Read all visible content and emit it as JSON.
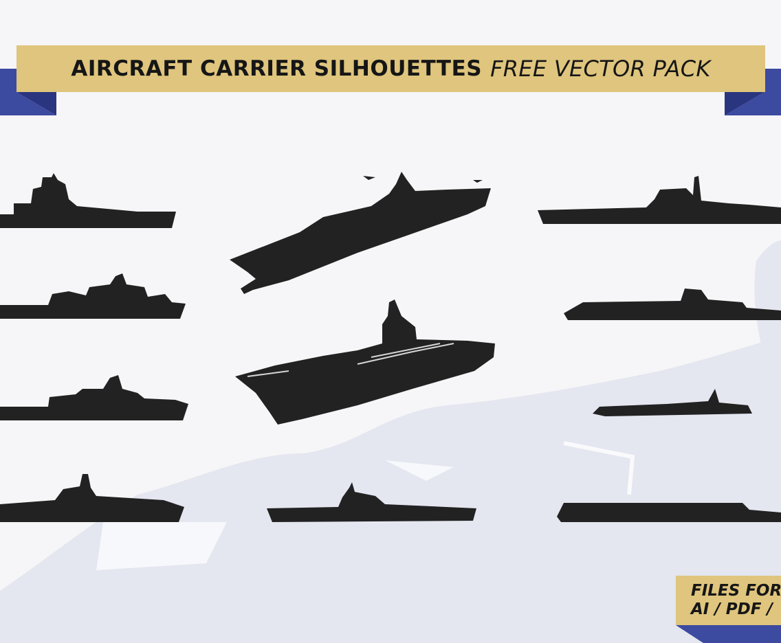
{
  "title": {
    "bold": "AIRCRAFT CARRIER SILHOUETTES",
    "italic": "FREE VECTOR PACK"
  },
  "files_badge": {
    "line1": "FILES FOR",
    "line2": "AI / PDF /"
  },
  "colors": {
    "gold": "#dfc57d",
    "navy": "#3c4aa0",
    "navy_dark": "#2a3580",
    "silhouette": "#222222",
    "map_shape": "#e4e6f0",
    "background": "#f6f6f8"
  }
}
